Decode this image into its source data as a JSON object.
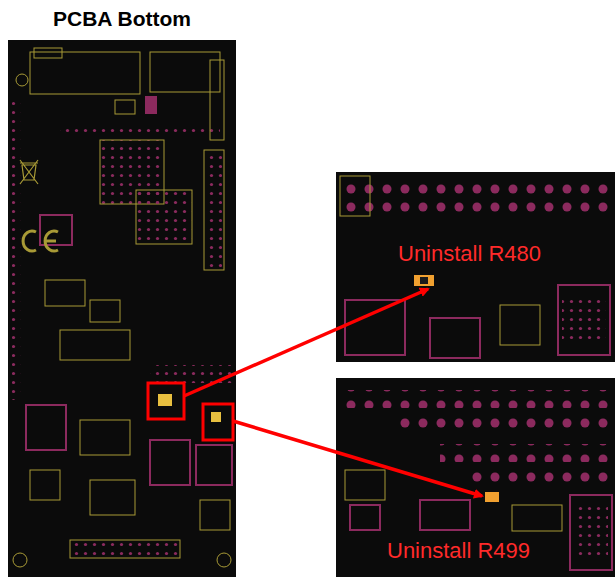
{
  "diagram": {
    "title": "PCBA Bottom",
    "labels": [
      "Uninstall R480",
      "Uninstall R499"
    ]
  }
}
